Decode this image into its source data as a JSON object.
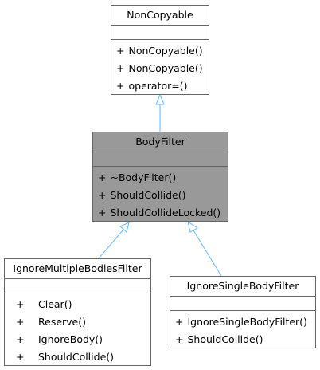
{
  "classes": {
    "noncopyable": {
      "name": "NonCopyable",
      "methods": [
        {
          "vis": "+",
          "name": "NonCopyable()"
        },
        {
          "vis": "+",
          "name": "NonCopyable()"
        },
        {
          "vis": "+",
          "name": "operator=()"
        }
      ]
    },
    "bodyfilter": {
      "name": "BodyFilter",
      "methods": [
        {
          "vis": "+",
          "name": "~BodyFilter()"
        },
        {
          "vis": "+",
          "name": "ShouldCollide()"
        },
        {
          "vis": "+",
          "name": "ShouldCollideLocked()"
        }
      ]
    },
    "ignoremultiple": {
      "name": "IgnoreMultipleBodiesFilter",
      "methods": [
        {
          "vis": "+",
          "name": "Clear()"
        },
        {
          "vis": "+",
          "name": "Reserve()"
        },
        {
          "vis": "+",
          "name": "IgnoreBody()"
        },
        {
          "vis": "+",
          "name": "ShouldCollide()"
        }
      ]
    },
    "ignoresingle": {
      "name": "IgnoreSingleBodyFilter",
      "methods": [
        {
          "vis": "+",
          "name": "IgnoreSingleBodyFilter()"
        },
        {
          "vis": "+",
          "name": "ShouldCollide()"
        }
      ]
    }
  },
  "colors": {
    "edge": "#63b8ff",
    "highlight_fill": "#999999",
    "border": "#666666"
  }
}
